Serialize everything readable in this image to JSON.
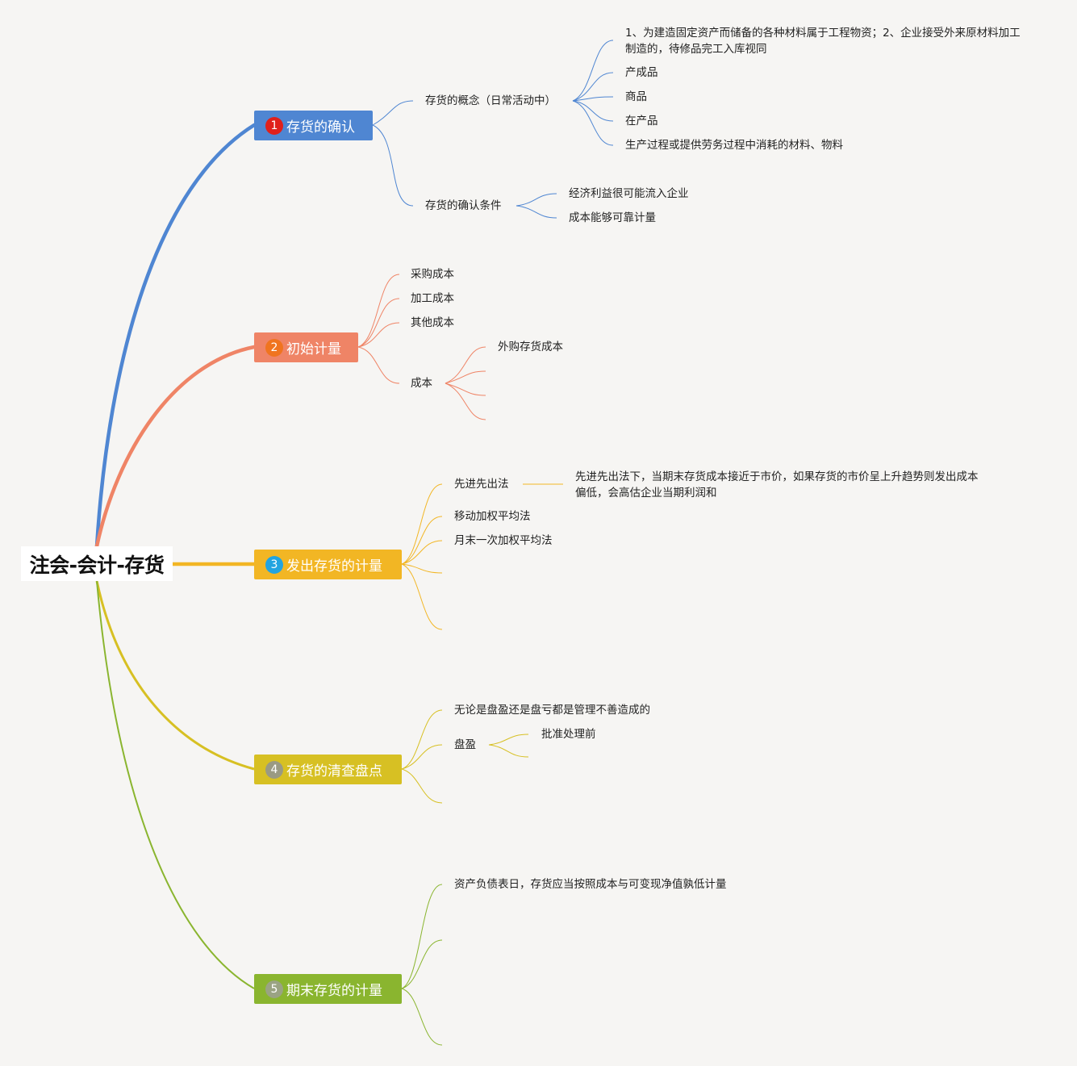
{
  "colors": {
    "background": "#f6f5f3",
    "branch1": "#4f86d2",
    "branch2": "#ef8466",
    "branch3": "#f2b624",
    "branch4": "#d7c023",
    "branch5": "#8ab52f",
    "badge1": "#e0201b",
    "badge2": "#f0741f",
    "badge3": "#22a4e0",
    "badge4": "#9a9a83",
    "badge5": "#9aa383"
  },
  "root": {
    "title": "注会-会计-存货"
  },
  "branches": [
    {
      "badge": "1",
      "title": "存货的确认",
      "concept": {
        "label": "存货的概念（日常活动中）",
        "items": [
          "1、为建造固定资产而储备的各种材料属于工程物资；2、企业接受外来原材料加工制造的，待修品完工入库视同",
          "产成品",
          "商品",
          "在产品",
          "生产过程或提供劳务过程中消耗的材料、物料"
        ]
      },
      "conditions": {
        "label": "存货的确认条件",
        "items": [
          "经济利益很可能流入企业",
          "成本能够可靠计量"
        ]
      }
    },
    {
      "badge": "2",
      "title": "初始计量",
      "items": [
        "采购成本",
        "加工成本",
        "其他成本"
      ],
      "cost": {
        "label": "成本",
        "items": [
          "外购存货成本"
        ]
      }
    },
    {
      "badge": "3",
      "title": "发出存货的计量",
      "fifo": {
        "label": "先进先出法",
        "note": "先进先出法下，当期末存货成本接近于市价，如果存货的市价呈上升趋势则发出成本偏低，会高估企业当期利润和"
      },
      "items": [
        "移动加权平均法",
        "月末一次加权平均法"
      ]
    },
    {
      "badge": "4",
      "title": "存货的清查盘点",
      "items": [
        "无论是盘盈还是盘亏都是管理不善造成的"
      ],
      "surplus": {
        "label": "盘盈",
        "items": [
          "批准处理前"
        ]
      }
    },
    {
      "badge": "5",
      "title": "期末存货的计量",
      "items": [
        "资产负债表日，存货应当按照成本与可变现净值孰低计量"
      ]
    }
  ]
}
